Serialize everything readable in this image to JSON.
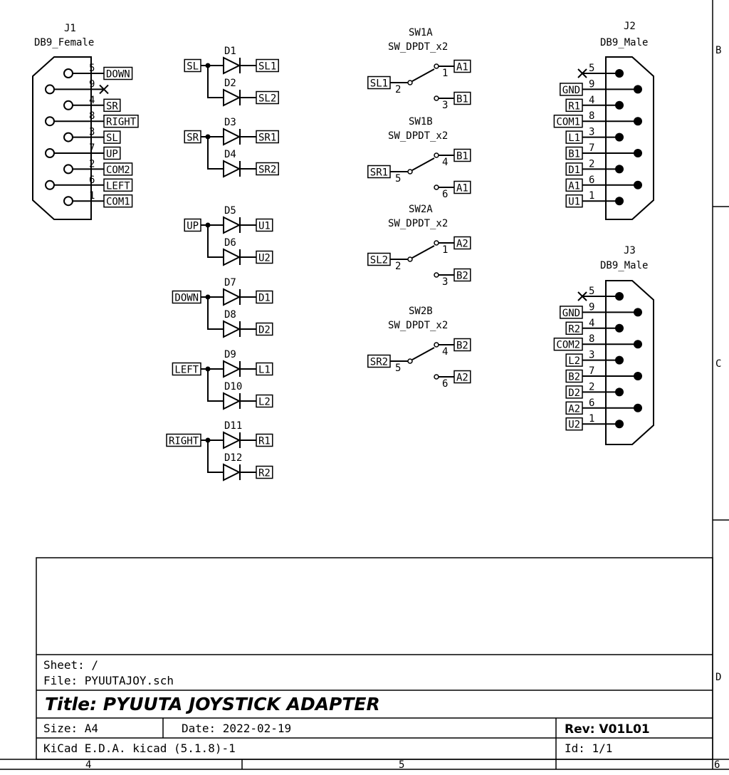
{
  "connectors": {
    "j1": {
      "ref": "J1",
      "value": "DB9_Female",
      "pins": [
        {
          "num": "5",
          "label": "DOWN"
        },
        {
          "num": "9",
          "label": ""
        },
        {
          "num": "4",
          "label": "SR"
        },
        {
          "num": "8",
          "label": "RIGHT"
        },
        {
          "num": "3",
          "label": "SL"
        },
        {
          "num": "7",
          "label": "UP"
        },
        {
          "num": "2",
          "label": "COM2"
        },
        {
          "num": "6",
          "label": "LEFT"
        },
        {
          "num": "1",
          "label": "COM1"
        }
      ]
    },
    "j2": {
      "ref": "J2",
      "value": "DB9_Male",
      "pins": [
        {
          "num": "5",
          "label": ""
        },
        {
          "num": "9",
          "label": "GND"
        },
        {
          "num": "4",
          "label": "R1"
        },
        {
          "num": "8",
          "label": "COM1"
        },
        {
          "num": "3",
          "label": "L1"
        },
        {
          "num": "7",
          "label": "B1"
        },
        {
          "num": "2",
          "label": "D1"
        },
        {
          "num": "6",
          "label": "A1"
        },
        {
          "num": "1",
          "label": "U1"
        }
      ]
    },
    "j3": {
      "ref": "J3",
      "value": "DB9_Male",
      "pins": [
        {
          "num": "5",
          "label": ""
        },
        {
          "num": "9",
          "label": "GND"
        },
        {
          "num": "4",
          "label": "R2"
        },
        {
          "num": "8",
          "label": "COM2"
        },
        {
          "num": "3",
          "label": "L2"
        },
        {
          "num": "7",
          "label": "B2"
        },
        {
          "num": "2",
          "label": "D2"
        },
        {
          "num": "6",
          "label": "A2"
        },
        {
          "num": "1",
          "label": "U2"
        }
      ]
    }
  },
  "diode_groups": [
    {
      "input": "SL",
      "d_top": "D1",
      "out_top": "SL1",
      "d_bot": "D2",
      "out_bot": "SL2"
    },
    {
      "input": "SR",
      "d_top": "D3",
      "out_top": "SR1",
      "d_bot": "D4",
      "out_bot": "SR2"
    },
    {
      "input": "UP",
      "d_top": "D5",
      "out_top": "U1",
      "d_bot": "D6",
      "out_bot": "U2"
    },
    {
      "input": "DOWN",
      "d_top": "D7",
      "out_top": "D1",
      "d_bot": "D8",
      "out_bot": "D2"
    },
    {
      "input": "LEFT",
      "d_top": "D9",
      "out_top": "L1",
      "d_bot": "D10",
      "out_bot": "L2"
    },
    {
      "input": "RIGHT",
      "d_top": "D11",
      "out_top": "R1",
      "d_bot": "D12",
      "out_bot": "R2"
    }
  ],
  "switches": [
    {
      "ref": "SW1A",
      "value": "SW_DPDT_x2",
      "common": "SL1",
      "common_pin": "2",
      "top_pin": "1",
      "top_label": "A1",
      "bot_pin": "3",
      "bot_label": "B1"
    },
    {
      "ref": "SW1B",
      "value": "SW_DPDT_x2",
      "common": "SR1",
      "common_pin": "5",
      "top_pin": "4",
      "top_label": "B1",
      "bot_pin": "6",
      "bot_label": "A1"
    },
    {
      "ref": "SW2A",
      "value": "SW_DPDT_x2",
      "common": "SL2",
      "common_pin": "2",
      "top_pin": "1",
      "top_label": "A2",
      "bot_pin": "3",
      "bot_label": "B2"
    },
    {
      "ref": "SW2B",
      "value": "SW_DPDT_x2",
      "common": "SR2",
      "common_pin": "5",
      "top_pin": "4",
      "top_label": "B2",
      "bot_pin": "6",
      "bot_label": "A2"
    }
  ],
  "frame": {
    "right_zones": [
      "B",
      "C",
      "D"
    ],
    "bottom_zones": [
      "4",
      "5",
      "6"
    ]
  },
  "title_block": {
    "sheet": "Sheet: /",
    "file": "File: PYUUTAJOY.sch",
    "title": "Title: PYUUTA JOYSTICK ADAPTER",
    "size": "Size: A4",
    "date": "Date: 2022-02-19",
    "rev": "Rev: V01L01",
    "tool": "KiCad E.D.A.  kicad (5.1.8)-1",
    "id": "Id: 1/1"
  }
}
